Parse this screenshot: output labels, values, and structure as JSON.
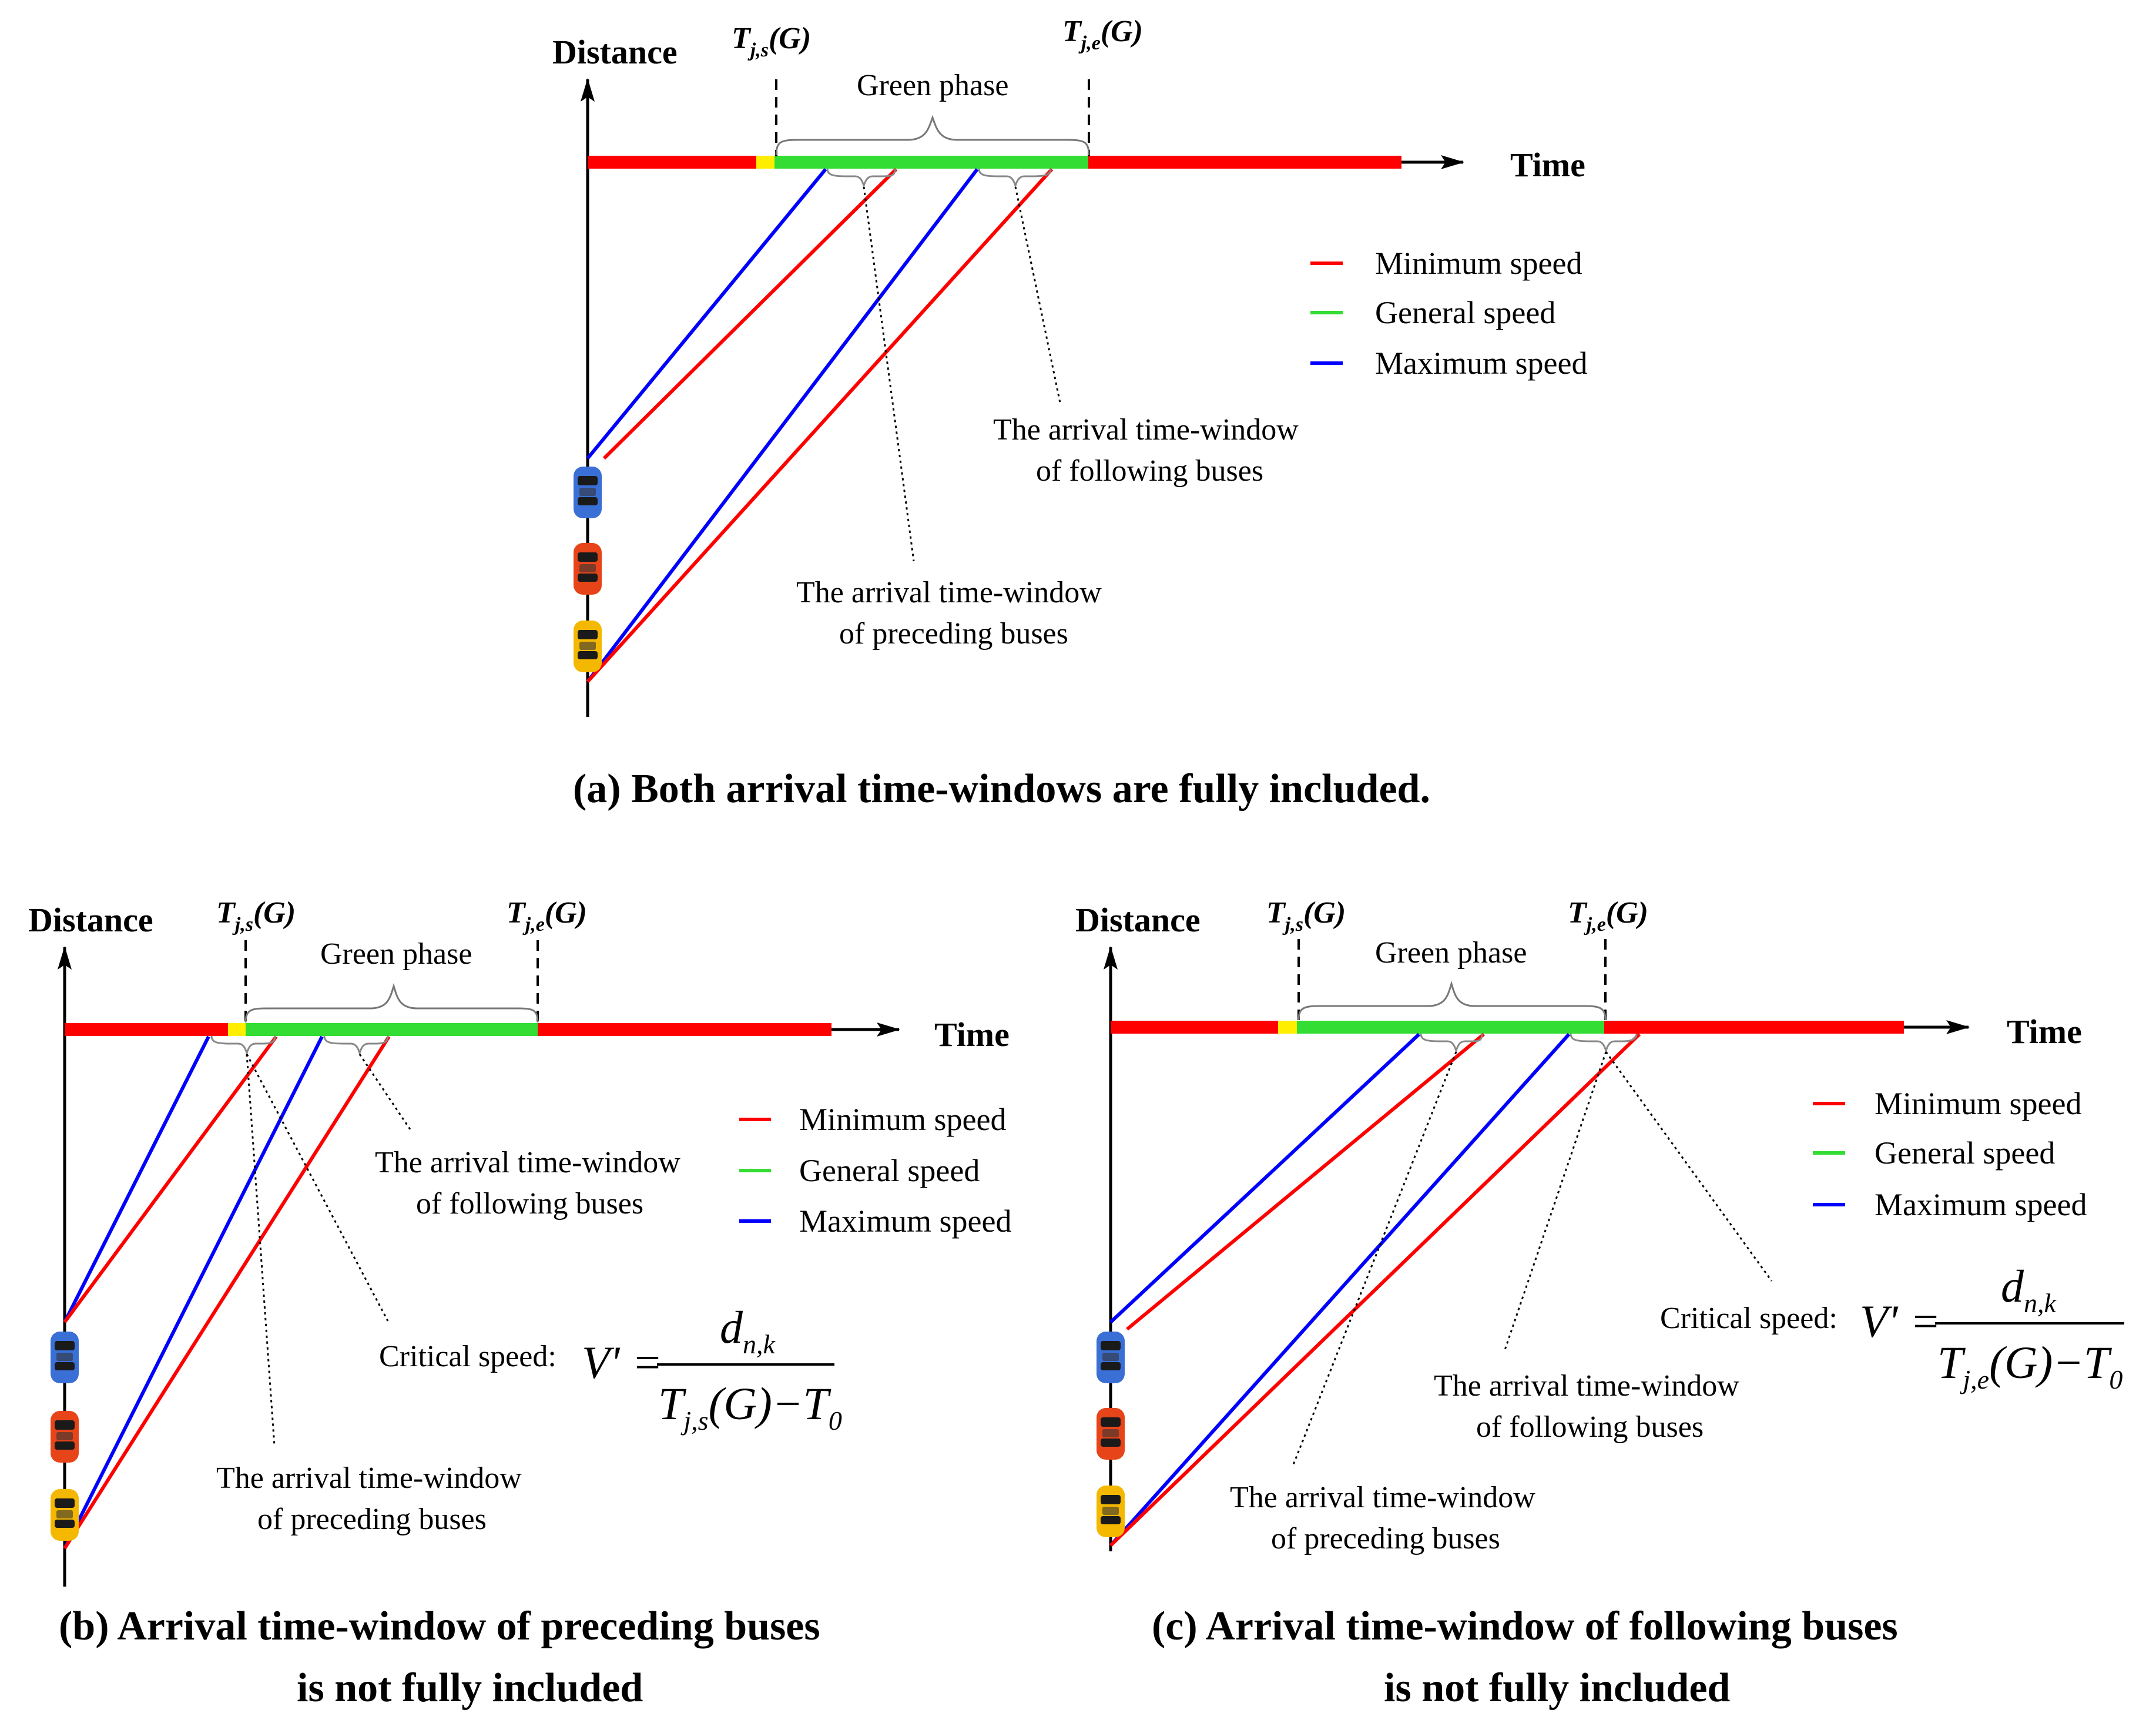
{
  "colors": {
    "red": "#ff0000",
    "green": "#33dd33",
    "blue": "#0000ff",
    "yellow": "#ffee00",
    "black": "#000000"
  },
  "labels": {
    "distance": "Distance",
    "time": "Time",
    "green_phase": "Green phase",
    "tjs": "T",
    "tjs_sub": "j,s",
    "tjs_arg": "(G)",
    "tje": "T",
    "tje_sub": "j,e",
    "tje_arg": "(G)",
    "following_line1": "The arrival time-window",
    "following_line2": "of following buses",
    "preceding_line1": "The arrival time-window",
    "preceding_line2": "of preceding buses",
    "critical_speed": "Critical speed:"
  },
  "legend": [
    {
      "label": "Minimum speed",
      "color": "#ff0000"
    },
    {
      "label": "General speed",
      "color": "#33dd33"
    },
    {
      "label": "Maximum speed",
      "color": "#0000ff"
    }
  ],
  "formula_b": {
    "lhs": "V'",
    "eq": "=",
    "num": "d",
    "num_sub": "n,k",
    "den_T": "T",
    "den_sub": "j,s",
    "den_arg": "(G)",
    "den_minus": "−",
    "den_T0": "T",
    "den_T0_sub": "0"
  },
  "formula_c": {
    "lhs": "V'",
    "eq": "=",
    "num": "d",
    "num_sub": "n,k",
    "den_T": "T",
    "den_sub": "j,e",
    "den_arg": "(G)",
    "den_minus": "−",
    "den_T0": "T",
    "den_T0_sub": "0"
  },
  "captions": {
    "a": "(a) Both arrival time-windows are fully included.",
    "b_line1": "(b) Arrival time-window of preceding buses",
    "b_line2": "is not fully included",
    "c_line1": "(c) Arrival time-window of following buses",
    "c_line2": "is not fully included"
  },
  "icons": {
    "bus_blue": "bus-icon",
    "bus_red": "bus-icon",
    "bus_yellow": "bus-icon"
  }
}
